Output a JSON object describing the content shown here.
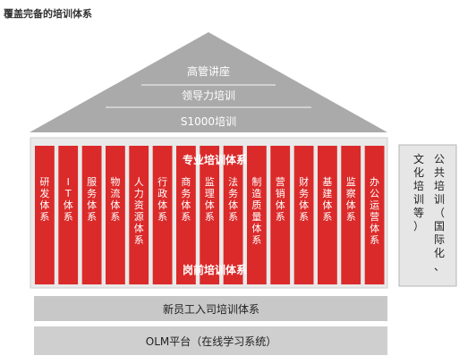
{
  "title": "覆盖完备的培训体系",
  "roof": {
    "top": "高管讲座",
    "middle": "领导力培训",
    "bottom": "S1000培训"
  },
  "columns": {
    "banner_top": "专业培训体系",
    "banner_bottom": "岗前培训体系",
    "items": [
      "研发体系",
      "IT体系",
      "服务体系",
      "物流体系",
      "人力资源体系",
      "行政体系",
      "商务体系",
      "监理体系",
      "法务体系",
      "制造质量体系",
      "营销体系",
      "财务体系",
      "基建体系",
      "监察体系",
      "办公运营体系"
    ]
  },
  "side_column": "公共培训（国际化、文化培训等）",
  "base": {
    "upper": "新员工入司培训体系",
    "lower": "OLM平台（在线学习系统）"
  },
  "colors": {
    "red": "#db2a2a",
    "gray_light": "#e0e0e0",
    "gray_mid": "#c8c8c8",
    "gray_dark": "#a9a9a9",
    "side_bg": "#e6e6e6"
  }
}
